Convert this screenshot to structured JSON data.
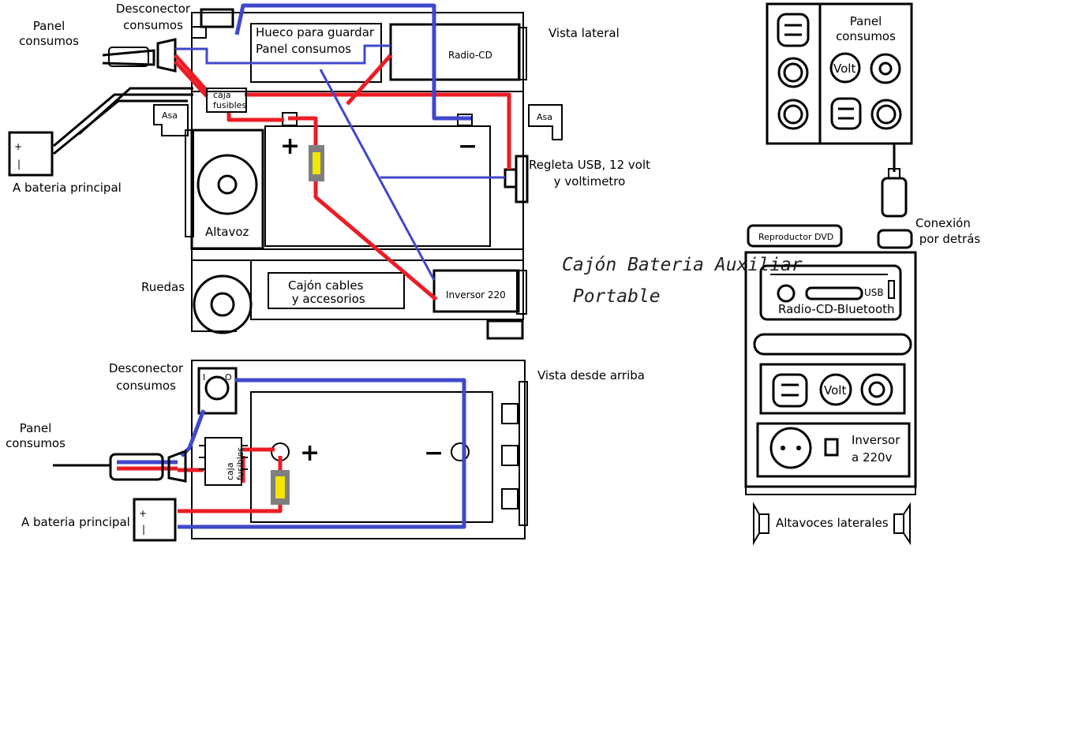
{
  "side_view": {
    "panel_consumos": "Panel\nconsumos",
    "desconector": "Desconector\nconsumos",
    "hueco": "Hueco para guardar\nPanel  consumos",
    "radio_cd": "Radio-CD",
    "vista_lateral": "Vista lateral",
    "caja_fusibles": "caja\nfusibles",
    "asa_left": "Asa",
    "asa_right": "Asa",
    "bateria": "A bateria principal",
    "regleta": "Regleta USB, 12 volt\ny voltimetro",
    "altavoz": "Altavoz",
    "ruedas": "Ruedas",
    "cajon_cables": "Cajón cables\n  y accesorios",
    "inversor": "Inversor 220",
    "plus": "+",
    "minus": "−"
  },
  "title": "Cajón Bateria Auxiliar\n      Portable",
  "top_view": {
    "desconector": "Desconector\nconsumos",
    "vista_arriba": "Vista desde arriba",
    "panel_consumos": "Panel\nconsumos",
    "caja_fusibles": "caja\nfusibles",
    "bateria": "A bateria principal",
    "plus": "+",
    "minus": "−"
  },
  "front_view": {
    "panel_consumos": "Panel\nconsumos",
    "volt_panel": "Volt",
    "conexion": "Conexión\n por detrás",
    "dvd": "Reproductor DVD",
    "usb": "USB",
    "radio": "Radio-CD-Bluetooth",
    "volt_front": "Volt",
    "inversor": "Inversor\na 220v",
    "altavoces": "Altavoces laterales"
  },
  "colors": {
    "positive_wire": "#ec1c24",
    "negative_wire": "#3f48cc",
    "fuse": "#f2e600",
    "fuse_frame": "#7f7f7f"
  }
}
